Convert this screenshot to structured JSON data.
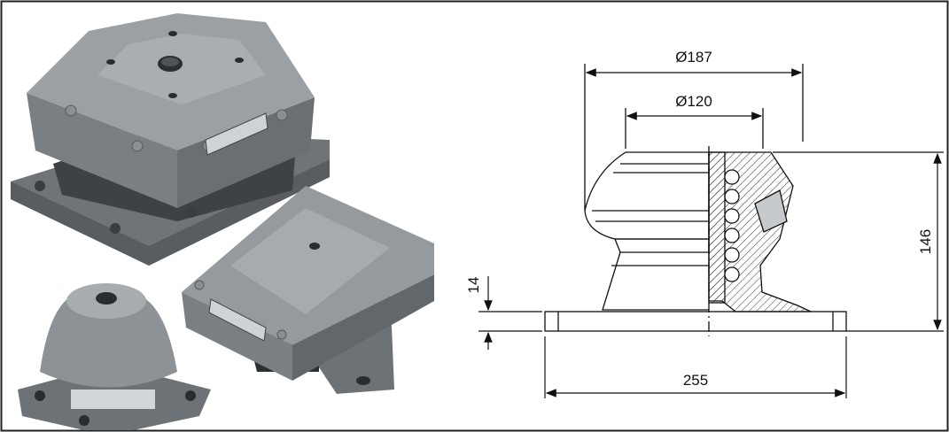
{
  "dimensions": {
    "outer_diameter": "Ø187",
    "inner_diameter": "Ø120",
    "height": "146",
    "flange_thickness": "14",
    "base_width": "255"
  },
  "colors": {
    "casting_dark": "#6f7478",
    "casting_mid": "#8d9296",
    "casting_light": "#a7acaf",
    "line": "#111111",
    "hatch": "#333333",
    "border": "#222222"
  }
}
